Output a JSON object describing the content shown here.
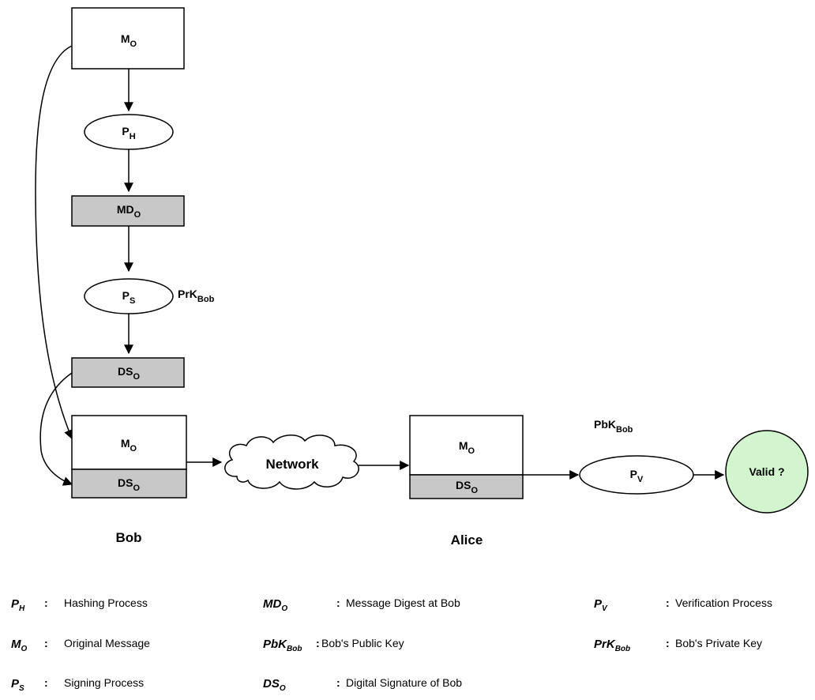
{
  "nodes": {
    "mo_top": {
      "main": "M",
      "sub": "O"
    },
    "ph": {
      "main": "P",
      "sub": "H"
    },
    "mdo": {
      "main": "MD",
      "sub": "O"
    },
    "ps": {
      "main": "P",
      "sub": "S"
    },
    "prk_label": {
      "main": "PrK",
      "sub": "Bob"
    },
    "dso": {
      "main": "DS",
      "sub": "O"
    },
    "bob_mo": {
      "main": "M",
      "sub": "O"
    },
    "bob_dso": {
      "main": "DS",
      "sub": "O"
    },
    "network": "Network",
    "alice_mo": {
      "main": "M",
      "sub": "O"
    },
    "alice_dso": {
      "main": "DS",
      "sub": "O"
    },
    "pbk_label": {
      "main": "PbK",
      "sub": "Bob"
    },
    "pv": {
      "main": "P",
      "sub": "V"
    },
    "valid": "Valid ?"
  },
  "captions": {
    "bob": "Bob",
    "alice": "Alice"
  },
  "legend": [
    {
      "main": "P",
      "sub": "H",
      "sep": ":",
      "desc": "Hashing Process"
    },
    {
      "main": "M",
      "sub": "O",
      "sep": ":",
      "desc": "Original Message"
    },
    {
      "main": "P",
      "sub": "S",
      "sep": ":",
      "desc": "Signing Process"
    },
    {
      "main": "MD",
      "sub": "O",
      "sep": ":",
      "desc": "Message Digest at Bob"
    },
    {
      "main": "PbK",
      "sub": "Bob",
      "sep": ":",
      "desc": "Bob's Public Key"
    },
    {
      "main": "DS",
      "sub": "O",
      "sep": ":",
      "desc": "Digital Signature of Bob"
    },
    {
      "main": "P",
      "sub": "V",
      "sep": ":",
      "desc": "Verification Process"
    },
    {
      "main": "PrK",
      "sub": "Bob",
      "sep": ":",
      "desc": "Bob's Private Key"
    }
  ],
  "colors": {
    "gray_fill": "#c8c8c8",
    "valid_fill": "#d2f5cf"
  }
}
